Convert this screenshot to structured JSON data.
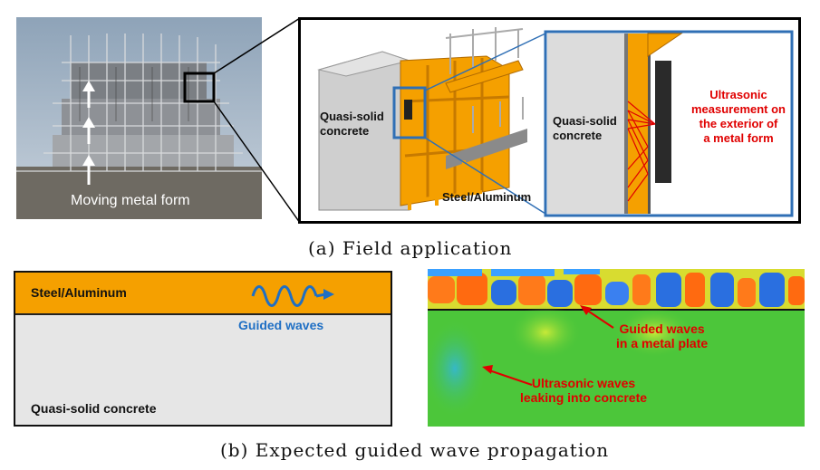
{
  "photo": {
    "label": "Moving metal form"
  },
  "zoom": {
    "label_concrete": "Quasi-solid\nconcrete",
    "label_steel": "Steel/Aluminum",
    "inset_concrete": "Quasi-solid\nconcrete",
    "inset_note": "Ultrasonic\nmeasurement on\nthe exterior of\na metal form"
  },
  "caption_a": "(a) Field application",
  "panel_b": {
    "steel_label": "Steel/Aluminum",
    "guided_label": "Guided waves",
    "concrete_label": "Quasi-solid concrete"
  },
  "sim": {
    "note_plate": "Guided waves\nin a metal plate",
    "note_leak": "Ultrasonic waves\nleaking into concrete"
  },
  "caption_b": "(b) Expected guided wave propagation",
  "colors": {
    "orange": "#f5a000",
    "blue_frame": "#2f6fb5",
    "red": "#e00000",
    "sim_green": "#4cc63a"
  }
}
